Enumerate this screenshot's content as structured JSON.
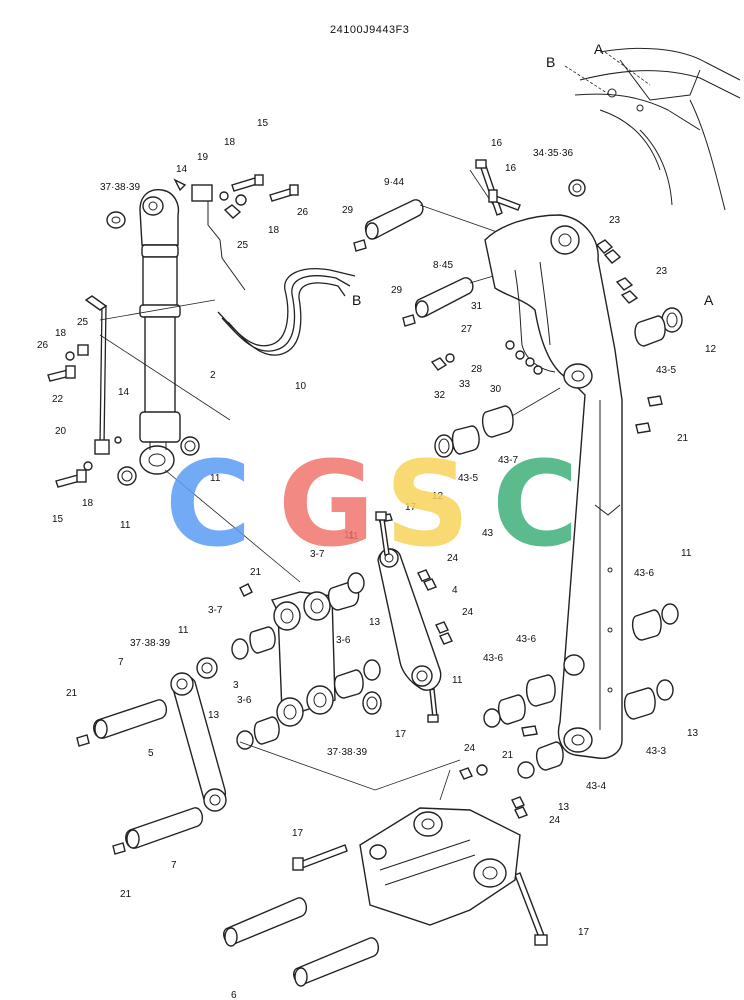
{
  "drawing_number": "24100J9443F3",
  "watermark": {
    "letters": [
      "C",
      "G",
      "S",
      "C"
    ],
    "colors": [
      "#5a9cf5",
      "#f0766e",
      "#f7d35a",
      "#3fb07a"
    ]
  },
  "view_markers": [
    {
      "id": "A",
      "text": "A"
    },
    {
      "id": "B",
      "text": "B"
    },
    {
      "id": "A2",
      "text": "A"
    },
    {
      "id": "B2",
      "text": "B"
    }
  ],
  "callouts": [
    {
      "id": "c1",
      "text": "37·38·39"
    },
    {
      "id": "c2",
      "text": "14"
    },
    {
      "id": "c3",
      "text": "19"
    },
    {
      "id": "c4",
      "text": "18"
    },
    {
      "id": "c5",
      "text": "15"
    },
    {
      "id": "c6",
      "text": "26"
    },
    {
      "id": "c7",
      "text": "18"
    },
    {
      "id": "c8",
      "text": "25"
    },
    {
      "id": "c9",
      "text": "16"
    },
    {
      "id": "c10",
      "text": "16"
    },
    {
      "id": "c11",
      "text": "34·35·36"
    },
    {
      "id": "c12",
      "text": "9·44"
    },
    {
      "id": "c13",
      "text": "29"
    },
    {
      "id": "c14",
      "text": "23"
    },
    {
      "id": "c15",
      "text": "23"
    },
    {
      "id": "c16",
      "text": "8·45"
    },
    {
      "id": "c17",
      "text": "29"
    },
    {
      "id": "c18",
      "text": "31"
    },
    {
      "id": "c19",
      "text": "27"
    },
    {
      "id": "c20",
      "text": "28"
    },
    {
      "id": "c21",
      "text": "30"
    },
    {
      "id": "c22",
      "text": "33"
    },
    {
      "id": "c23",
      "text": "32"
    },
    {
      "id": "c24",
      "text": "12"
    },
    {
      "id": "c25",
      "text": "43-5"
    },
    {
      "id": "c26",
      "text": "21"
    },
    {
      "id": "c27",
      "text": "10"
    },
    {
      "id": "c28",
      "text": "26"
    },
    {
      "id": "c29",
      "text": "18"
    },
    {
      "id": "c30",
      "text": "25"
    },
    {
      "id": "c31",
      "text": "22"
    },
    {
      "id": "c32",
      "text": "2"
    },
    {
      "id": "c33",
      "text": "14"
    },
    {
      "id": "c34",
      "text": "20"
    },
    {
      "id": "c35",
      "text": "15"
    },
    {
      "id": "c36",
      "text": "18"
    },
    {
      "id": "c37",
      "text": "11"
    },
    {
      "id": "c38",
      "text": "11"
    },
    {
      "id": "c39",
      "text": "12"
    },
    {
      "id": "c40",
      "text": "43-5"
    },
    {
      "id": "c41",
      "text": "43-7"
    },
    {
      "id": "c42",
      "text": "17"
    },
    {
      "id": "c43",
      "text": "43"
    },
    {
      "id": "c44",
      "text": "11"
    },
    {
      "id": "c45",
      "text": "3-7"
    },
    {
      "id": "c46",
      "text": "21"
    },
    {
      "id": "c47",
      "text": "24"
    },
    {
      "id": "c48",
      "text": "4"
    },
    {
      "id": "c49",
      "text": "3-7"
    },
    {
      "id": "c50",
      "text": "24"
    },
    {
      "id": "c51",
      "text": "13"
    },
    {
      "id": "c52",
      "text": "3-6"
    },
    {
      "id": "c53",
      "text": "11"
    },
    {
      "id": "c54",
      "text": "37·38·39"
    },
    {
      "id": "c55",
      "text": "3"
    },
    {
      "id": "c56",
      "text": "43-6"
    },
    {
      "id": "c57",
      "text": "43-6"
    },
    {
      "id": "c58",
      "text": "43-6"
    },
    {
      "id": "c59",
      "text": "11"
    },
    {
      "id": "c60",
      "text": "7"
    },
    {
      "id": "c61",
      "text": "3-6"
    },
    {
      "id": "c62",
      "text": "11"
    },
    {
      "id": "c63",
      "text": "21"
    },
    {
      "id": "c64",
      "text": "17"
    },
    {
      "id": "c65",
      "text": "37·38·39"
    },
    {
      "id": "c66",
      "text": "13"
    },
    {
      "id": "c67",
      "text": "5"
    },
    {
      "id": "c68",
      "text": "21"
    },
    {
      "id": "c69",
      "text": "24"
    },
    {
      "id": "c70",
      "text": "43-4"
    },
    {
      "id": "c71",
      "text": "43-3"
    },
    {
      "id": "c72",
      "text": "13"
    },
    {
      "id": "c73",
      "text": "13"
    },
    {
      "id": "c74",
      "text": "24"
    },
    {
      "id": "c75",
      "text": "7"
    },
    {
      "id": "c76",
      "text": "17"
    },
    {
      "id": "c77",
      "text": "21"
    },
    {
      "id": "c78",
      "text": "17"
    },
    {
      "id": "c79",
      "text": "6"
    },
    {
      "id": "c80",
      "text": "11"
    }
  ]
}
